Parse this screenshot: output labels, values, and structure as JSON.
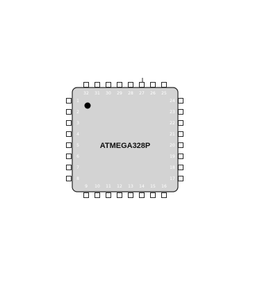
{
  "chip": {
    "label": "ATMEGA328P",
    "body_color": "#d3d3d3",
    "border_color": "#222222",
    "pin_fill": "#ffffff",
    "pin_stroke": "#222222",
    "dot_color": "#000000"
  },
  "pins": {
    "top": [
      "32",
      "31",
      "30",
      "29",
      "28",
      "27",
      "26",
      "25"
    ],
    "bottom": [
      "9",
      "10",
      "11",
      "12",
      "13",
      "14",
      "15",
      "16"
    ],
    "left": [
      "1",
      "2",
      "3",
      "4",
      "5",
      "6",
      "7",
      "8"
    ],
    "right": [
      "24",
      "23",
      "22",
      "21",
      "20",
      "19",
      "18",
      "17"
    ]
  }
}
